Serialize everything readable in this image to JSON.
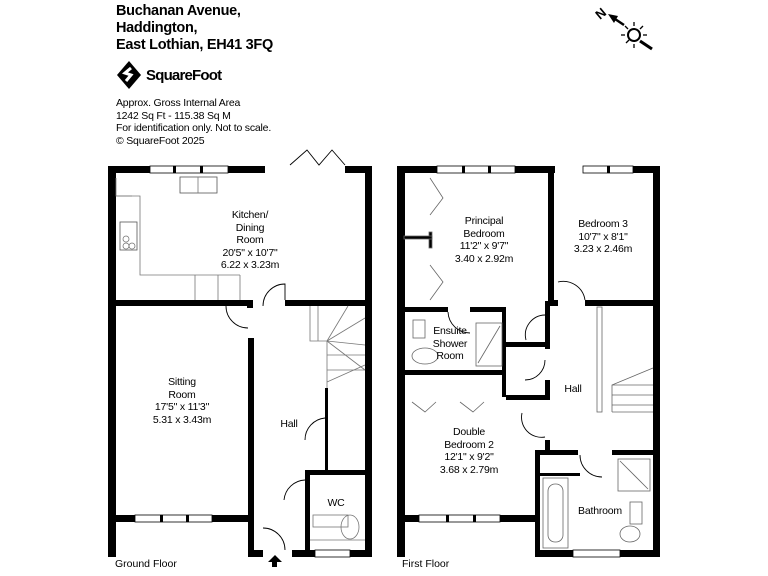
{
  "address": {
    "line1": "Buchanan Avenue,",
    "line2": "Haddington,",
    "line3": "East Lothian, EH41 3FQ"
  },
  "brand": {
    "name": "SquareFoot"
  },
  "info": {
    "area_label": "Approx. Gross Internal Area",
    "area_value": "1242 Sq Ft  -  115.38 Sq M",
    "disclaimer": "For identification only. Not to scale.",
    "copyright": "© SquareFoot 2025"
  },
  "compass": {
    "north_label": "N"
  },
  "ground_floor": {
    "label": "Ground Floor",
    "rooms": [
      {
        "name": "Kitchen/",
        "name2": "Dining",
        "name3": "Room",
        "imperial": "20'5\" x 10'7\"",
        "metric": "6.22 x 3.23m"
      },
      {
        "name": "Sitting",
        "name2": "Room",
        "imperial": "17'5\" x 11'3\"",
        "metric": "5.31 x 3.43m"
      },
      {
        "name": "Hall"
      },
      {
        "name": "WC"
      }
    ]
  },
  "first_floor": {
    "label": "First Floor",
    "rooms": [
      {
        "name": "Principal",
        "name2": "Bedroom",
        "imperial": "11'2\" x 9'7\"",
        "metric": "3.40 x 2.92m"
      },
      {
        "name": "Bedroom 3",
        "imperial": "10'7\" x 8'1\"",
        "metric": "3.23 x 2.46m"
      },
      {
        "name": "Ensuite",
        "name2": "Shower",
        "name3": "Room"
      },
      {
        "name": "Hall"
      },
      {
        "name": "Double",
        "name2": "Bedroom 2",
        "imperial": "12'1\" x 9'2\"",
        "metric": "3.68 x 2.79m"
      },
      {
        "name": "Bathroom"
      }
    ]
  }
}
